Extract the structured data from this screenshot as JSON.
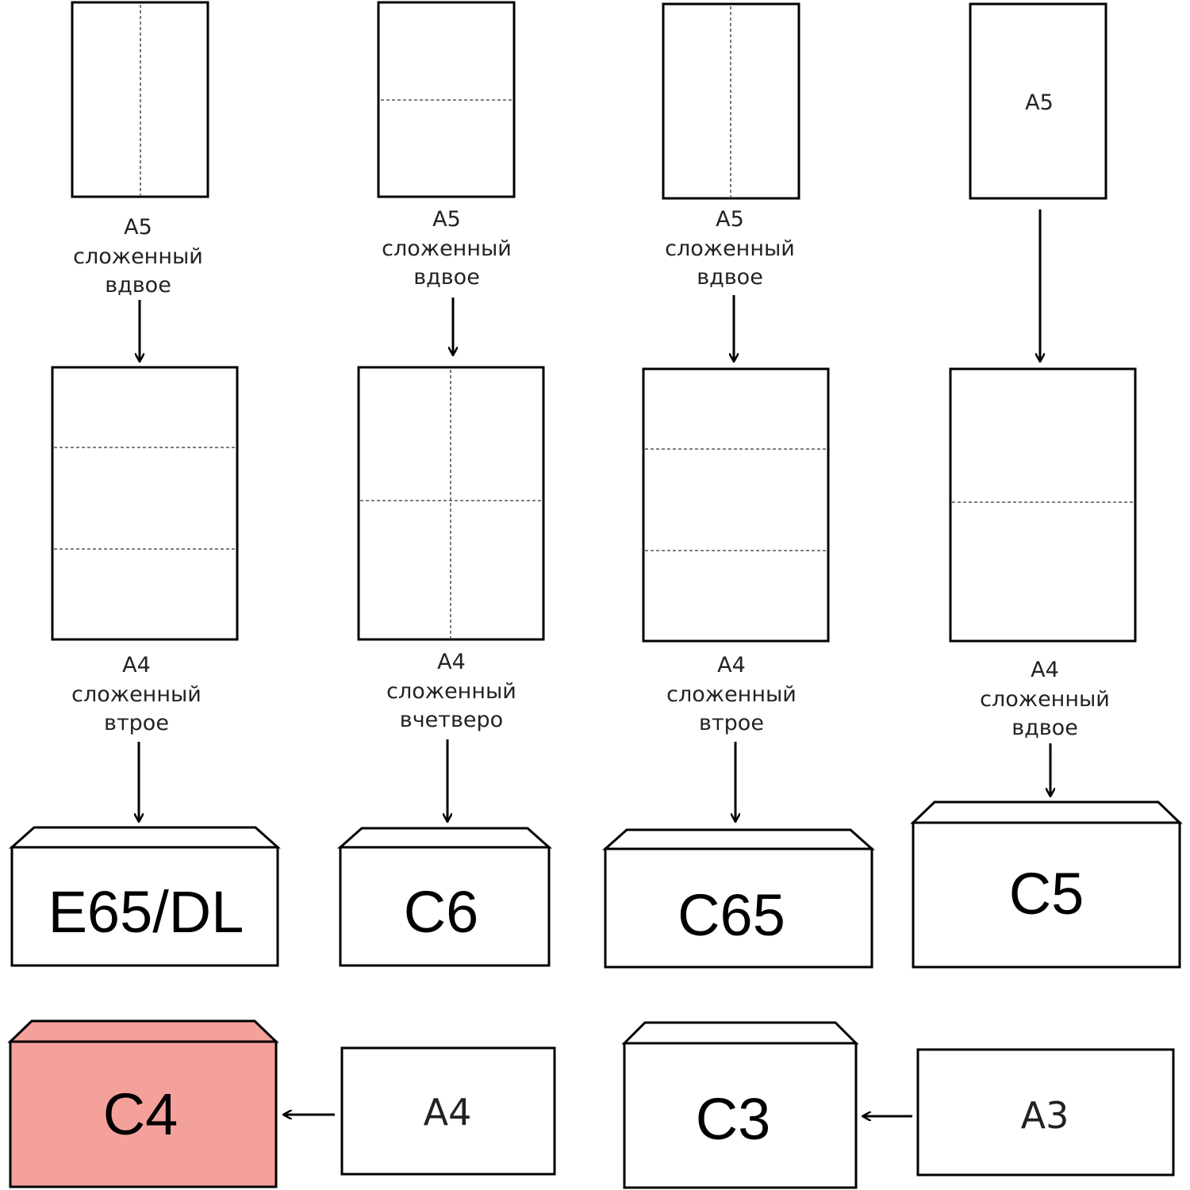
{
  "columns": [
    {
      "top_sheet_label": "",
      "top_caption": [
        "A5",
        "сложенный",
        "вдвое"
      ],
      "middle_caption": [
        "A4",
        "сложенный",
        "втрое"
      ],
      "envelope": "E65/DL"
    },
    {
      "top_sheet_label": "",
      "top_caption": [
        "A5",
        "сложенный",
        "вдвое"
      ],
      "middle_caption": [
        "A4",
        "сложенный",
        "вчетверо"
      ],
      "envelope": "C6"
    },
    {
      "top_sheet_label": "",
      "top_caption": [
        "A5",
        "сложенный",
        "вдвое"
      ],
      "middle_caption": [
        "A4",
        "сложенный",
        "втрое"
      ],
      "envelope": "C65"
    },
    {
      "top_sheet_label": "A5",
      "top_caption": [],
      "middle_caption": [
        "A4",
        "сложенный",
        "вдвое"
      ],
      "envelope": "C5"
    }
  ],
  "bottom_row": [
    {
      "envelope": "C4",
      "envelope_color": "#f4a19c",
      "sheet": "A4"
    },
    {
      "envelope": "C3",
      "envelope_color": "#ffffff",
      "sheet": "A3"
    }
  ]
}
